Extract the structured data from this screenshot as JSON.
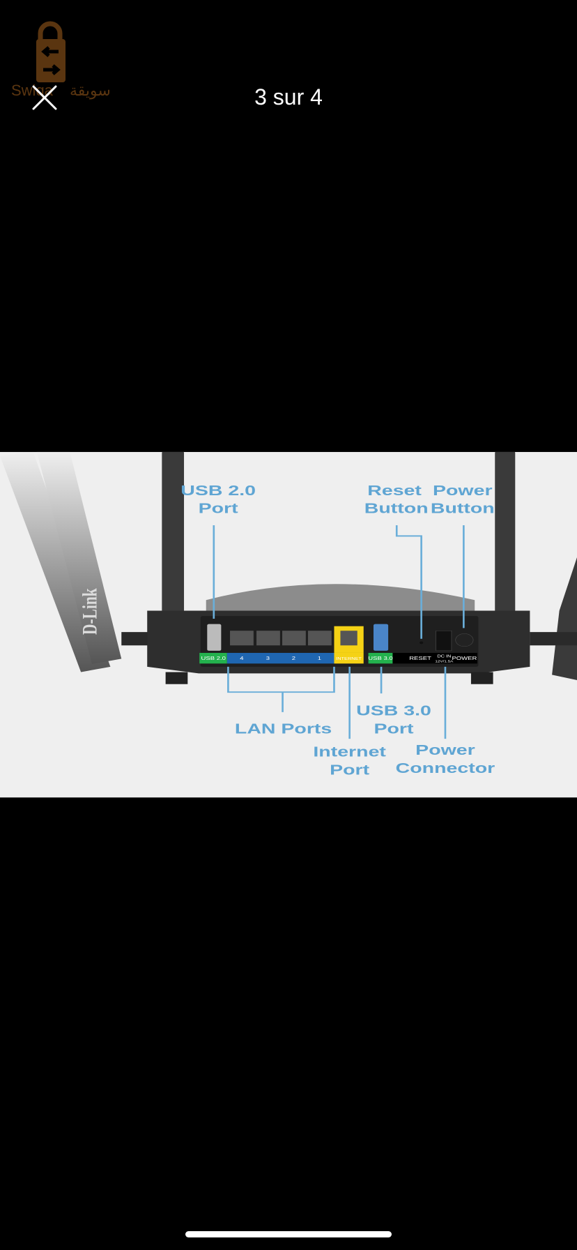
{
  "header": {
    "title": "3 sur 4",
    "close_icon": "close-icon",
    "logo": {
      "text_latin": "Swiqa",
      "text_arabic": "سويقة",
      "color": "#5a3510"
    }
  },
  "image": {
    "brand": "D-Link",
    "callouts": {
      "usb2": [
        "USB 2.0",
        "Port"
      ],
      "reset": [
        "Reset",
        "Button"
      ],
      "power_button": [
        "Power",
        "Button"
      ],
      "lan": [
        "LAN Ports"
      ],
      "usb3": [
        "USB 3.0",
        "Port"
      ],
      "internet": [
        "Internet",
        "Port"
      ],
      "power_connector": [
        "Power",
        "Connector"
      ]
    },
    "port_strip": {
      "usb2": "USB 2.0",
      "lan": [
        "4",
        "3",
        "2",
        "1"
      ],
      "internet": "INTERNET",
      "usb3": "USB 3.0",
      "reset": "RESET",
      "dcin": "DC IN",
      "dcin_spec": "12V/1.5A",
      "power": "POWER"
    },
    "label_color": "#5fa5d3"
  }
}
